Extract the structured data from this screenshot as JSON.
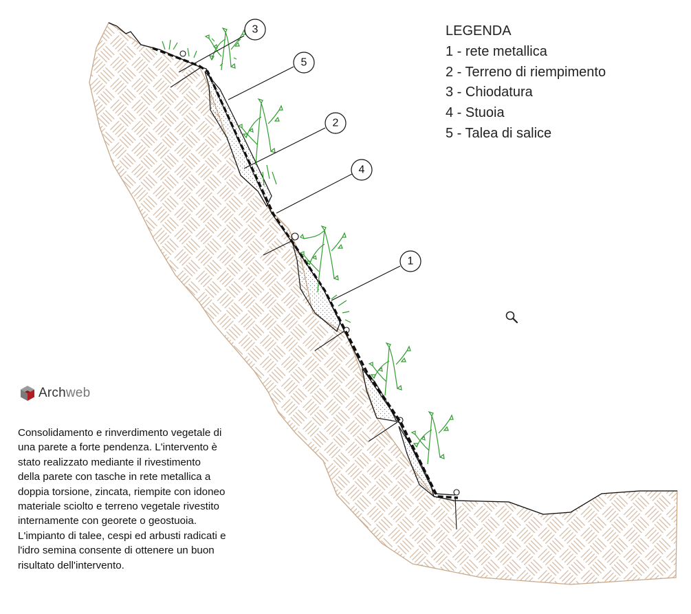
{
  "legend": {
    "title": "LEGENDA",
    "items": [
      "1 - rete metallica",
      "2 - Terreno di riempimento",
      "3 - Chiodatura",
      "4 - Stuoia",
      "5 - Talea di salice"
    ]
  },
  "callouts": [
    "3",
    "5",
    "2",
    "4",
    "1"
  ],
  "logo": {
    "brand_a": "Arch",
    "brand_b": "web"
  },
  "description_lines": [
    "Consolidamento e rinverdimento vegetale di",
    "una parete a forte pendenza. L'intervento è",
    "stato realizzato mediante il rivestimento",
    "della parete con tasche in rete metallica a",
    "doppia torsione, zincata, riempite con idoneo",
    "materiale sciolto e terreno vegetale rivestito",
    "internamente con georete o geostuoia.",
    "L'impianto di talee, cespi ed arbusti radicati e",
    "l'idro semina consente di ottenere un buon",
    "risultato dell'intervento."
  ],
  "colors": {
    "soil_outline": "#c9a88a",
    "soil_hatch": "#d2b7a0",
    "fill_dots": "#8a8a8a",
    "plants": "#2f9e2f",
    "line": "#111111"
  },
  "icons": {
    "zoom": "magnifier-icon",
    "logo": "archweb-cube-icon"
  }
}
